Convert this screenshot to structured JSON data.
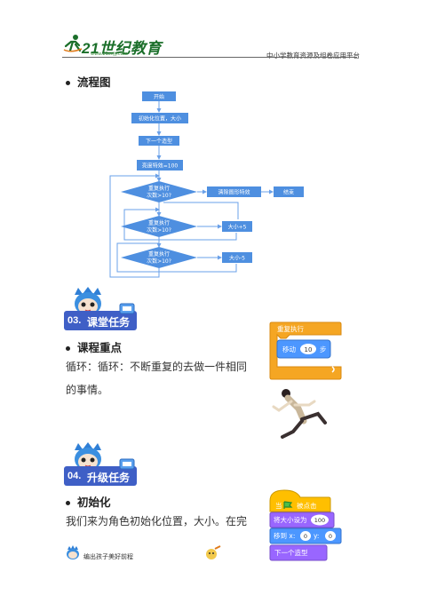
{
  "header": {
    "logo_text": "21世纪教育",
    "logo_url": "www.21cnjy.com",
    "site_title": "中小学教育资源及组卷应用平台"
  },
  "flowchart_section": {
    "heading": "流程图",
    "nodes": {
      "start": "开始",
      "init": "初始化位置，大小",
      "next_costume": "下一个造型",
      "brightness": "亮度特效=100",
      "repeat1_a": "重复执行",
      "repeat1_b": "次数>10?",
      "clear_effects": "清除图形特效",
      "end": "结束",
      "repeat2_a": "重复执行",
      "repeat2_b": "次数>10?",
      "size_plus": "大小+5",
      "repeat3_a": "重复执行",
      "repeat3_b": "次数>10?",
      "size_minus": "大小-5"
    }
  },
  "section03": {
    "number": "03.",
    "title": "课堂任务",
    "heading": "课程重点",
    "text_line1": "循环：循环：不断重复的去做一件相同",
    "text_line2": "的事情。",
    "scratch": {
      "repeat_label": "重复执行",
      "move_label": "移动",
      "move_value": "10",
      "move_unit": "步"
    }
  },
  "section04": {
    "number": "04.",
    "title": "升级任务",
    "heading": "初始化",
    "text_line1": "我们来为角色初始化位置，大小。在完",
    "scratch": {
      "hat_when": "当",
      "hat_clicked": "被点击",
      "size_label": "将大小设为",
      "size_value": "100",
      "goto_label": "移到 x:",
      "goto_x": "0",
      "goto_y_label": "y:",
      "goto_y": "0",
      "next_costume_label": "下一个造型"
    }
  },
  "footer": {
    "left_text": "编出孩子美好前程"
  },
  "colors": {
    "flow_box": "#4e8fe0",
    "banner": "#3f5fc6",
    "control_block": "#f5a623",
    "motion_block": "#4c97ff",
    "looks_block": "#9966ff",
    "events_block": "#ffbf00"
  }
}
